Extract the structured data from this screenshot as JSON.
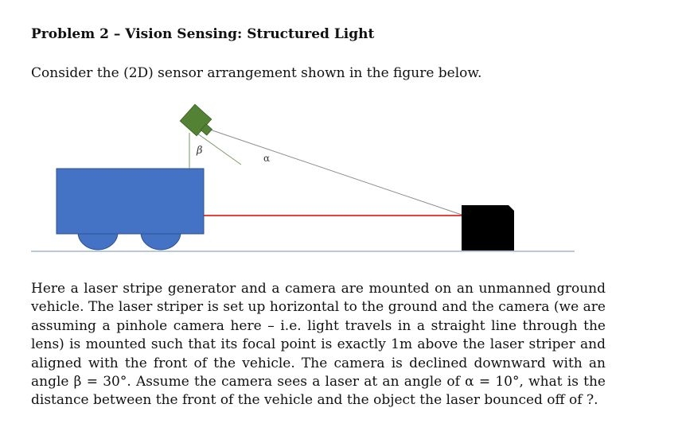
{
  "problem": {
    "title": "Problem 2 – Vision Sensing: Structured Light",
    "intro": "Consider the (2D) sensor arrangement shown in the figure below.",
    "body": "Here a laser stripe generator and a camera are mounted on an unmanned ground vehicle. The laser striper is set up horizontal to the ground and the camera (we are assuming a pinhole camera here – i.e. light travels in a straight line through the lens) is mounted such that its focal point is exactly 1m above the laser striper and aligned with the front of the vehicle. The camera is declined downward with an angle β = 30°. Assume the camera sees a laser at an angle of α = 10°, what is the distance between the front of the vehicle and the object the laser bounced off of ?."
  },
  "figure": {
    "beta_label": "β",
    "alpha_label": "α",
    "colors": {
      "vehicle": "#4472C4",
      "vehicle_stroke": "#2F528F",
      "camera": "#548235",
      "camera_stroke": "#3A5B24",
      "laser": "#E00000",
      "object": "#000000",
      "ground": "#8EA9C8",
      "sight_lines": "#7F9E6A"
    }
  }
}
